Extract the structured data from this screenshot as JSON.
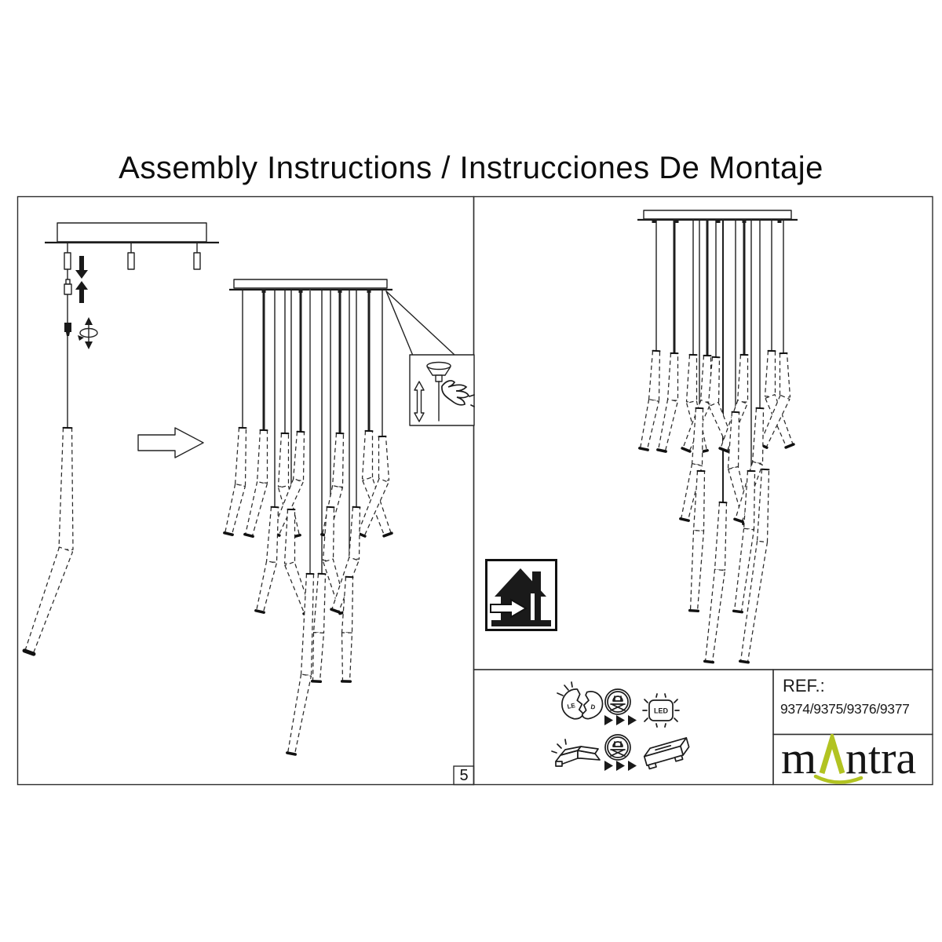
{
  "document": {
    "title": "Assembly Instructions / Instrucciones De Montaje",
    "page_number": "5"
  },
  "ref_box": {
    "label": "REF.:",
    "value": "9374/9375/9376/9377"
  },
  "brand": {
    "name": "mantra",
    "logo_prefix": "m",
    "logo_suffix": "ntra",
    "accent_color": "#b2c321"
  },
  "colors": {
    "background": "#ffffff",
    "line": "#222222",
    "cable_gray": "#5a5a5a"
  },
  "icons": {
    "led_label": "LED",
    "led_split_left": "LE",
    "led_split_right": "D",
    "indoor": "indoor-use-house-arrow-icon",
    "service_row1": [
      "broken-led-bulb-icon",
      "qualified-person-icon",
      "triple-arrow-icon",
      "led-module-icon"
    ],
    "service_row2": [
      "damaged-led-driver-icon",
      "qualified-person-icon",
      "triple-arrow-icon",
      "led-driver-icon"
    ]
  }
}
